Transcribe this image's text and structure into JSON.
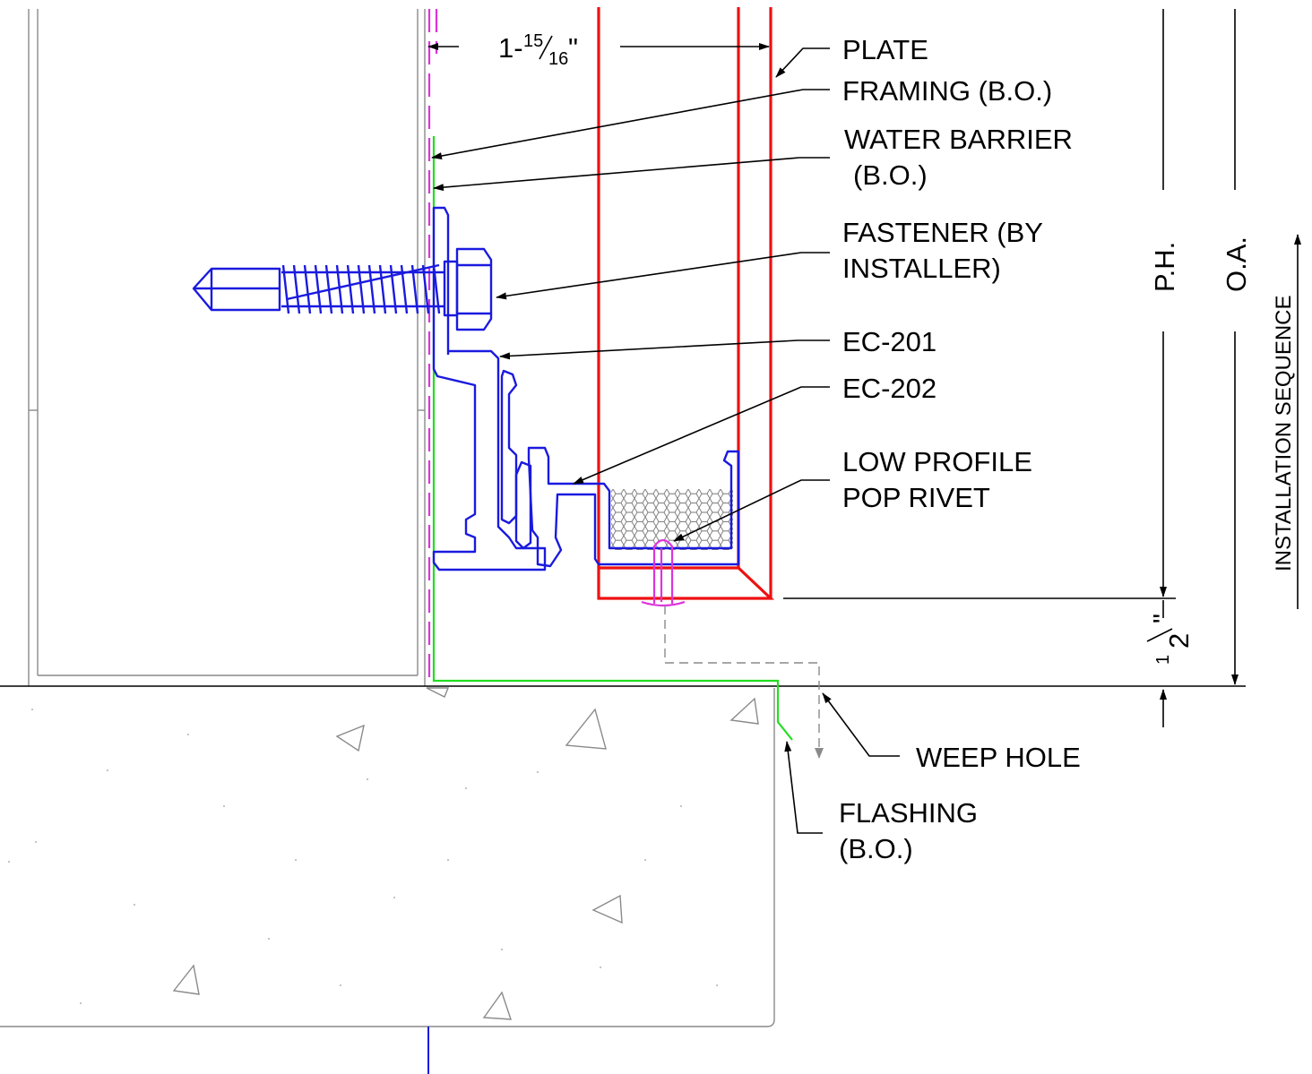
{
  "colors": {
    "aluminum": "#1a1adf",
    "plate": "#ee1111",
    "flashing": "#22dd22",
    "water_barrier": "#dd33dd",
    "existing": "#8a8a8a",
    "annotation": "#000000"
  },
  "dimensions": {
    "gap_whole": "1-",
    "gap_num": "15",
    "gap_den": "16",
    "gap_inch": "\"",
    "weep_num": "1",
    "weep_den": "2",
    "weep_inch": "\"",
    "ph": "P.H.",
    "oa": "O.A.",
    "installation": "INSTALLATION SEQUENCE"
  },
  "callouts": {
    "plate": "PLATE",
    "framing": "FRAMING (B.O.)",
    "water_barrier_1": "WATER BARRIER",
    "water_barrier_2": "(B.O.)",
    "fastener_1": "FASTENER (BY",
    "fastener_2": "INSTALLER)",
    "ec201": "EC-201",
    "ec202": "EC-202",
    "rivet_1": "LOW PROFILE",
    "rivet_2": "POP RIVET",
    "weep_hole": "WEEP HOLE",
    "flashing_1": "FLASHING",
    "flashing_2": "(B.O.)"
  },
  "icons": {
    "fastener": "self-drilling-screw-icon",
    "rivet": "pop-rivet-icon",
    "concrete": "concrete-aggregate-pattern",
    "honeycomb": "honeycomb-core-pattern"
  }
}
